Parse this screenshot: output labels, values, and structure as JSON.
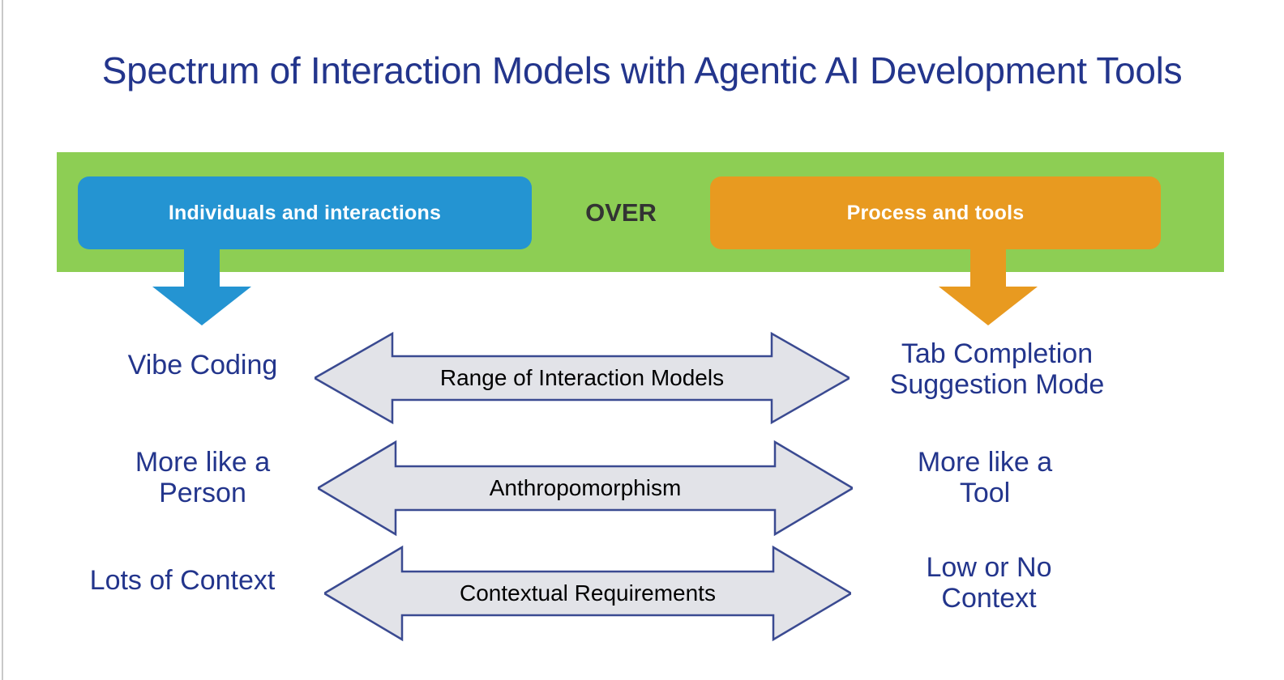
{
  "slide": {
    "title": "Spectrum of Interaction Models with Agentic AI Development Tools",
    "title_color": "#23358c",
    "background_color": "#ffffff"
  },
  "banner": {
    "band_color": "#8dce54",
    "left_pill": {
      "label": "Individuals and interactions",
      "color": "#2494d2",
      "text_color": "#ffffff"
    },
    "connector": {
      "label": "OVER",
      "text_color": "#333333"
    },
    "right_pill": {
      "label": "Process and tools",
      "color": "#e89a20",
      "text_color": "#ffffff"
    },
    "left_arrow_icon": "arrow-down-icon",
    "right_arrow_icon": "arrow-down-icon"
  },
  "spectrum": {
    "arrow_fill": "#e2e3e8",
    "arrow_stroke": "#3a4a91",
    "label_color": "#23358c",
    "caption_color": "#000000",
    "rows": [
      {
        "left_label": "Vibe Coding",
        "caption": "Range of Interaction Models",
        "right_label": "Tab Completion\nSuggestion Mode"
      },
      {
        "left_label": "More like a\nPerson",
        "caption": "Anthropomorphism",
        "right_label": "More like a\nTool"
      },
      {
        "left_label": "Lots of Context",
        "caption": "Contextual Requirements",
        "right_label": "Low or No\nContext"
      }
    ]
  }
}
